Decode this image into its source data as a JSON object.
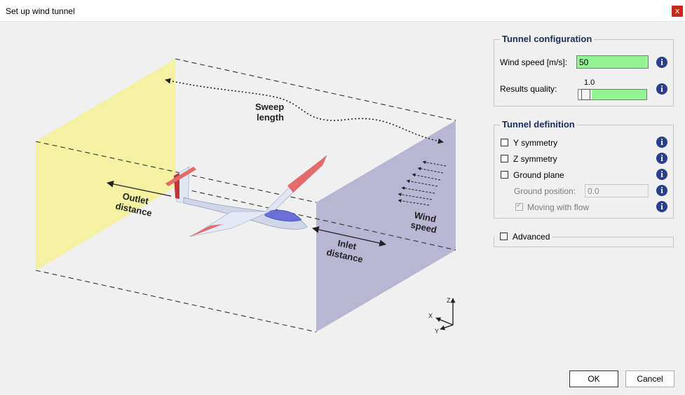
{
  "window": {
    "title": "Set up wind tunnel",
    "close_glyph": "x"
  },
  "illustration": {
    "labels": {
      "sweep_line1": "Sweep",
      "sweep_line2": "length",
      "outlet_line1": "Outlet",
      "outlet_line2": "distance",
      "inlet_line1": "Inlet",
      "inlet_line2": "distance",
      "wind_line1": "Wind",
      "wind_line2": "speed"
    },
    "axes": {
      "z": "Z",
      "x": "X",
      "y": "Y"
    },
    "colors": {
      "outlet_plane": "#f4f1a3",
      "inlet_plane": "#b9b6d4",
      "wing_tip": "#e26b6b",
      "fuselage": "#cfd8ea",
      "canopy": "#6a6fd8"
    }
  },
  "tunnel_configuration": {
    "legend": "Tunnel configuration",
    "wind_speed_label": "Wind speed [m/s]:",
    "wind_speed_value": "50",
    "results_quality_label": "Results quality:",
    "results_quality_value": "1.0",
    "results_quality_fraction": 0.05
  },
  "tunnel_definition": {
    "legend": "Tunnel definition",
    "y_symmetry_label": "Y symmetry",
    "z_symmetry_label": "Z symmetry",
    "ground_plane_label": "Ground plane",
    "ground_position_label": "Ground position:",
    "ground_position_value": "0.0",
    "moving_with_flow_label": "Moving with flow"
  },
  "advanced": {
    "label": "Advanced"
  },
  "info_glyph": "i",
  "buttons": {
    "ok": "OK",
    "cancel": "Cancel"
  },
  "colors": {
    "field_green": "#93f593",
    "info_blue": "#2b3e8c",
    "legend_text": "#1a2f5e",
    "close_red": "#c42b1c"
  }
}
